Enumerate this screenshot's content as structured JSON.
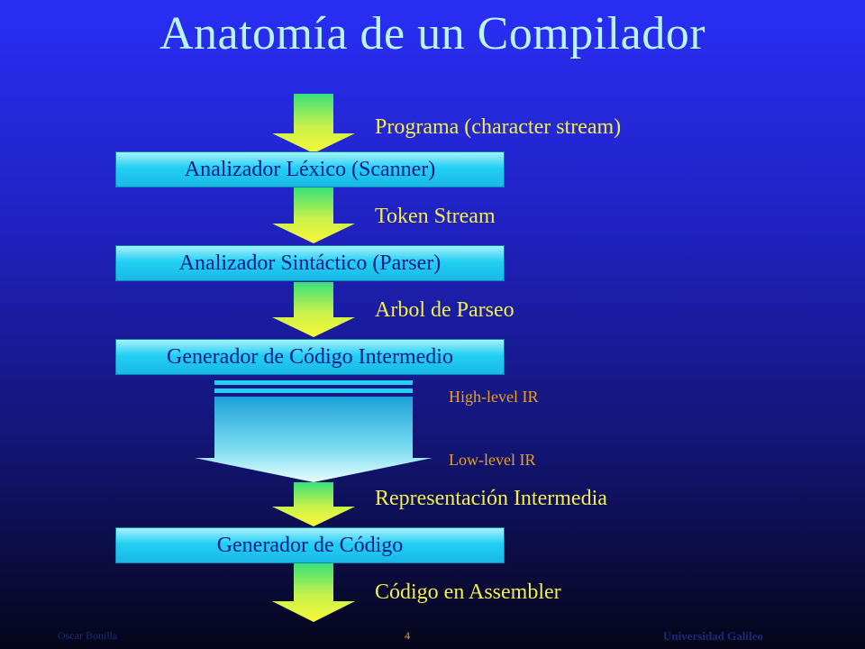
{
  "title": "Anatomía de un Compilador",
  "stages": [
    "Analizador Léxico (Scanner)",
    "Analizador Sintáctico (Parser)",
    "Generador de Código Intermedio",
    "Generador de Código"
  ],
  "flows": [
    "Programa (character stream)",
    "Token Stream",
    "Arbol de Parseo",
    "Representación Intermedia",
    "Código en Assembler"
  ],
  "ir_levels": {
    "high": "High-level IR",
    "low": "Low-level IR"
  },
  "footer": {
    "author": "Oscar Bonilla",
    "page": "4",
    "institution": "Universidad Galileo"
  },
  "colors": {
    "title": "#b8f4f8",
    "flow_label": "#f2ee4a",
    "ir_label": "#e8a020",
    "box_text": "#0a1a8a"
  }
}
